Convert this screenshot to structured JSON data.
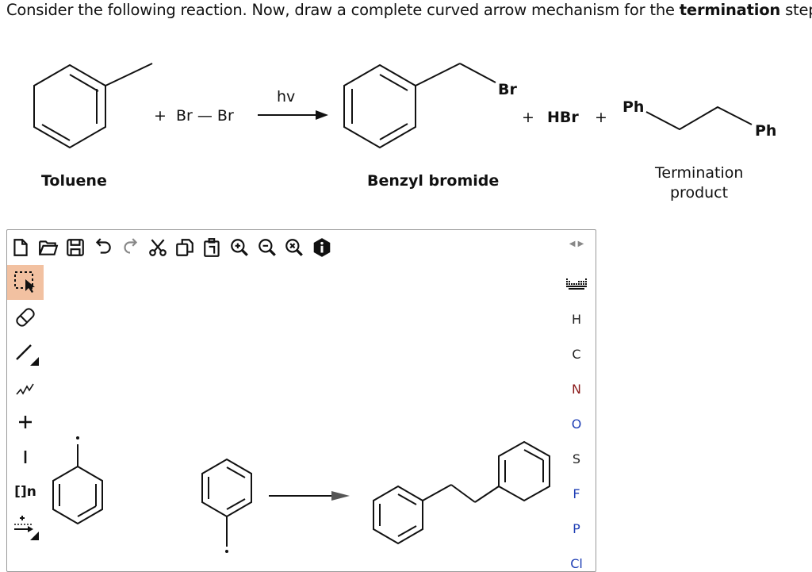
{
  "question": {
    "before": "Consider the following reaction. Now, draw a complete curved arrow mechanism for the ",
    "bold": "termination",
    "after": " step."
  },
  "reaction": {
    "plus1": "+",
    "reagent": "Br — Br",
    "condition": "hv",
    "br_label": "Br",
    "plus2": "+",
    "hbr": "HBr",
    "plus3": "+",
    "ph1": "Ph",
    "ph2": "Ph",
    "toluene_label": "Toluene",
    "benzyl_label": "Benzyl bromide",
    "termination_line1": "Termination",
    "termination_line2": "product"
  },
  "editor": {
    "toolbar": [
      "new-document-icon",
      "open-folder-icon",
      "save-icon",
      "undo-icon",
      "redo-icon",
      "cut-icon",
      "copy-icon",
      "paste-icon",
      "zoom-in-icon",
      "zoom-out-icon",
      "zoom-reset-icon",
      "info-icon"
    ],
    "left_tools": [
      "select-tool",
      "erase-tool",
      "bond-tool",
      "chain-tool",
      "charge-plus-tool",
      "charge-minus-tool",
      "sgroup-tool",
      "reaction-arrow-tool"
    ],
    "sgroup_label": "[]n",
    "periodic_table": "periodic-table-icon",
    "atoms": [
      {
        "symbol": "H",
        "color": "#222222"
      },
      {
        "symbol": "C",
        "color": "#222222"
      },
      {
        "symbol": "N",
        "color": "#8b1a1a"
      },
      {
        "symbol": "O",
        "color": "#1f3fb5"
      },
      {
        "symbol": "S",
        "color": "#222222"
      },
      {
        "symbol": "F",
        "color": "#1f3fb5"
      },
      {
        "symbol": "P",
        "color": "#1f3fb5"
      },
      {
        "symbol": "Cl",
        "color": "#1f3fb5"
      }
    ],
    "active_tool_color": "#f2c1a1"
  }
}
